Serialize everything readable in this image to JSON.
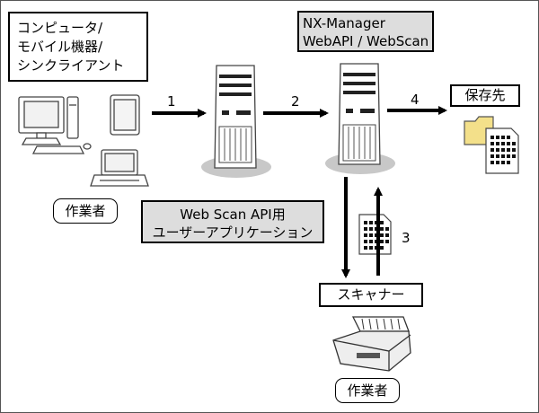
{
  "clients_box": {
    "lines": [
      "コンピュータ/",
      "モバイル機器/",
      "シンクライアント"
    ]
  },
  "manager_box": {
    "lines": [
      "NX-Manager",
      "WebAPI / WebScan"
    ]
  },
  "app_box": {
    "lines": [
      "Web Scan API用",
      "ユーザーアプリケーション"
    ]
  },
  "destination_box": {
    "label": "保存先"
  },
  "scanner_box": {
    "label": "スキャナー"
  },
  "operator_top": {
    "label": "作業者"
  },
  "operator_bottom": {
    "label": "作業者"
  },
  "steps": [
    "1",
    "2",
    "3",
    "4"
  ],
  "colors": {
    "box_fill": "#dddddd",
    "folder": "#f3e08a",
    "shadow": "#c8c8c8"
  }
}
